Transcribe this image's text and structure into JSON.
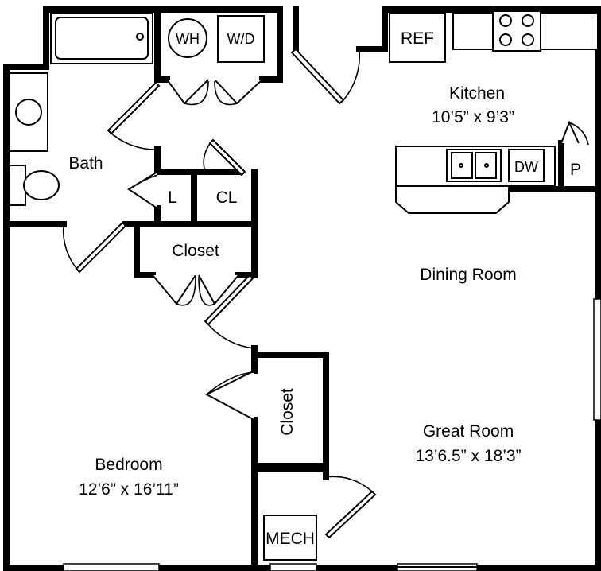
{
  "rooms": {
    "kitchen": {
      "name": "Kitchen",
      "size": "10’5” x 9’3”"
    },
    "bath": {
      "name": "Bath"
    },
    "linen": {
      "name": "L"
    },
    "closet_cl": {
      "name": "CL"
    },
    "closet_upper": {
      "name": "Closet"
    },
    "dining": {
      "name": "Dining Room"
    },
    "closet_bedroom": {
      "name": "Closet"
    },
    "great_room": {
      "name": "Great Room",
      "size": "13’6.5” x 18’3”"
    },
    "bedroom": {
      "name": "Bedroom",
      "size": "12’6” x 16’11”"
    }
  },
  "fixtures": {
    "ref": "REF",
    "wh": "WH",
    "wd": "W/D",
    "dw": "DW",
    "pantry": "P",
    "mech": "MECH"
  }
}
